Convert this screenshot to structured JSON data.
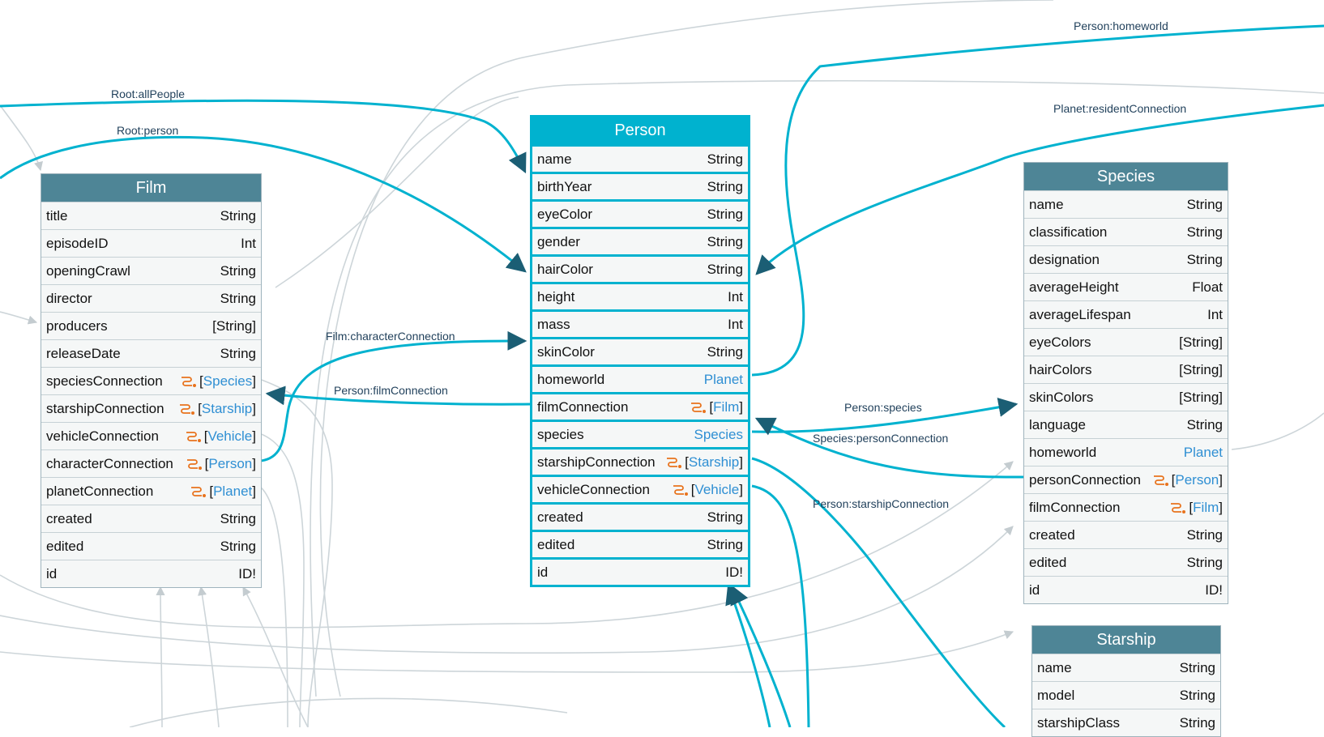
{
  "colors": {
    "accent": "#00b2cf",
    "header": "#4e8596",
    "link_type": "#2f8fd3",
    "connection_icon": "#e8731d",
    "faint_edge": "#cdd5d9",
    "edge_label": "#1f3f5a"
  },
  "edge_labels": {
    "person_homeworld": "Person:homeworld",
    "root_all_people": "Root:allPeople",
    "planet_resident_connection": "Planet:residentConnection",
    "root_person": "Root:person",
    "film_character_connection": "Film:characterConnection",
    "person_film_connection": "Person:filmConnection",
    "person_species": "Person:species",
    "species_person_connection": "Species:personConnection",
    "person_starship_connection": "Person:starshipConnection"
  },
  "types": {
    "film": {
      "title": "Film",
      "fields": [
        {
          "name": "title",
          "type": "String"
        },
        {
          "name": "episodeID",
          "type": "Int"
        },
        {
          "name": "openingCrawl",
          "type": "String"
        },
        {
          "name": "director",
          "type": "String"
        },
        {
          "name": "producers",
          "type": "[String]"
        },
        {
          "name": "releaseDate",
          "type": "String"
        },
        {
          "name": "speciesConnection",
          "type": "Species",
          "connection": true
        },
        {
          "name": "starshipConnection",
          "type": "Starship",
          "connection": true
        },
        {
          "name": "vehicleConnection",
          "type": "Vehicle",
          "connection": true
        },
        {
          "name": "characterConnection",
          "type": "Person",
          "connection": true
        },
        {
          "name": "planetConnection",
          "type": "Planet",
          "connection": true
        },
        {
          "name": "created",
          "type": "String"
        },
        {
          "name": "edited",
          "type": "String"
        },
        {
          "name": "id",
          "type": "ID!"
        }
      ]
    },
    "person": {
      "title": "Person",
      "fields": [
        {
          "name": "name",
          "type": "String"
        },
        {
          "name": "birthYear",
          "type": "String"
        },
        {
          "name": "eyeColor",
          "type": "String"
        },
        {
          "name": "gender",
          "type": "String"
        },
        {
          "name": "hairColor",
          "type": "String"
        },
        {
          "name": "height",
          "type": "Int"
        },
        {
          "name": "mass",
          "type": "Int"
        },
        {
          "name": "skinColor",
          "type": "String"
        },
        {
          "name": "homeworld",
          "type": "Planet",
          "link": true
        },
        {
          "name": "filmConnection",
          "type": "Film",
          "connection": true
        },
        {
          "name": "species",
          "type": "Species",
          "link": true
        },
        {
          "name": "starshipConnection",
          "type": "Starship",
          "connection": true
        },
        {
          "name": "vehicleConnection",
          "type": "Vehicle",
          "connection": true
        },
        {
          "name": "created",
          "type": "String"
        },
        {
          "name": "edited",
          "type": "String"
        },
        {
          "name": "id",
          "type": "ID!"
        }
      ]
    },
    "species": {
      "title": "Species",
      "fields": [
        {
          "name": "name",
          "type": "String"
        },
        {
          "name": "classification",
          "type": "String"
        },
        {
          "name": "designation",
          "type": "String"
        },
        {
          "name": "averageHeight",
          "type": "Float"
        },
        {
          "name": "averageLifespan",
          "type": "Int"
        },
        {
          "name": "eyeColors",
          "type": "[String]"
        },
        {
          "name": "hairColors",
          "type": "[String]"
        },
        {
          "name": "skinColors",
          "type": "[String]"
        },
        {
          "name": "language",
          "type": "String"
        },
        {
          "name": "homeworld",
          "type": "Planet",
          "link": true
        },
        {
          "name": "personConnection",
          "type": "Person",
          "connection": true
        },
        {
          "name": "filmConnection",
          "type": "Film",
          "connection": true
        },
        {
          "name": "created",
          "type": "String"
        },
        {
          "name": "edited",
          "type": "String"
        },
        {
          "name": "id",
          "type": "ID!"
        }
      ]
    },
    "starship": {
      "title": "Starship",
      "fields": [
        {
          "name": "name",
          "type": "String"
        },
        {
          "name": "model",
          "type": "String"
        },
        {
          "name": "starshipClass",
          "type": "String"
        }
      ]
    }
  }
}
